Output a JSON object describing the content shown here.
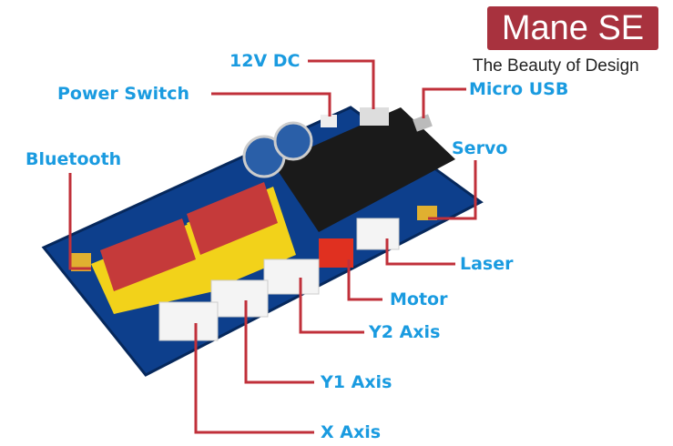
{
  "logo": {
    "name": "Mane SE",
    "tagline": "The Beauty of Design"
  },
  "labels": {
    "dc": "12V DC",
    "power": "Power Switch",
    "usb": "Micro USB",
    "bluetooth": "Bluetooth",
    "servo": "Servo",
    "laser": "Laser",
    "motor": "Motor",
    "y2": "Y2 Axis",
    "y1": "Y1 Axis",
    "x": "X Axis"
  },
  "colors": {
    "label": "#1a9be0",
    "leader": "#c0303a",
    "brand": "#a8323e",
    "board": "#0d3f8c"
  }
}
